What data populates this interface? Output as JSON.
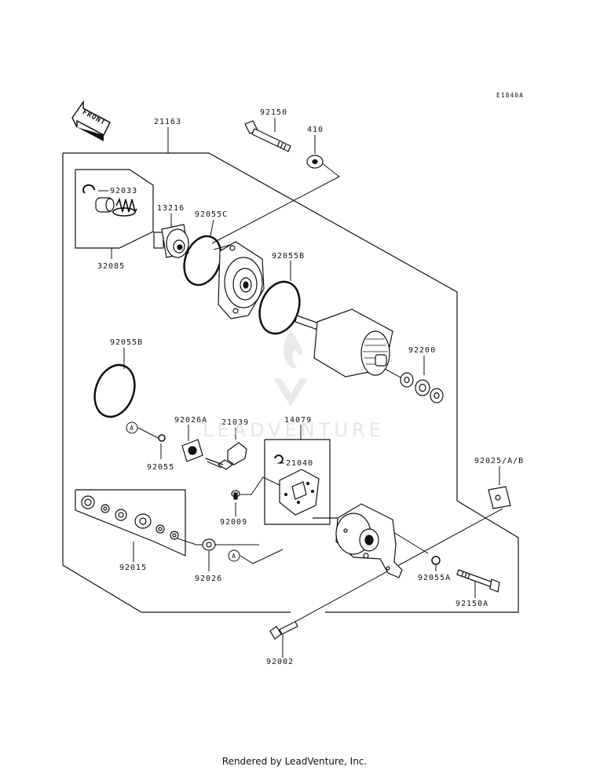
{
  "ref_code": "E1840A",
  "front_label": "FRONT",
  "callout_letter": "A",
  "watermark": "LEADVENTURE",
  "footer": "Rendered by LeadVenture, Inc.",
  "parts": {
    "p21163": "21163",
    "p92150": "92150",
    "p410": "410",
    "p92033": "92033",
    "p13216": "13216",
    "p92055C": "92055C",
    "p32085": "32085",
    "p92055B_top": "92055B",
    "p92055B_left": "92055B",
    "p92200": "92200",
    "p92026A": "92026A",
    "p21039": "21039",
    "p14079": "14079",
    "p92055": "92055",
    "p21040": "21040",
    "p92025AB": "92025/A/B",
    "p92009": "92009",
    "p92015": "92015",
    "p92026": "92026",
    "p92055A": "92055A",
    "p92150A": "92150A",
    "p92002": "92002"
  }
}
